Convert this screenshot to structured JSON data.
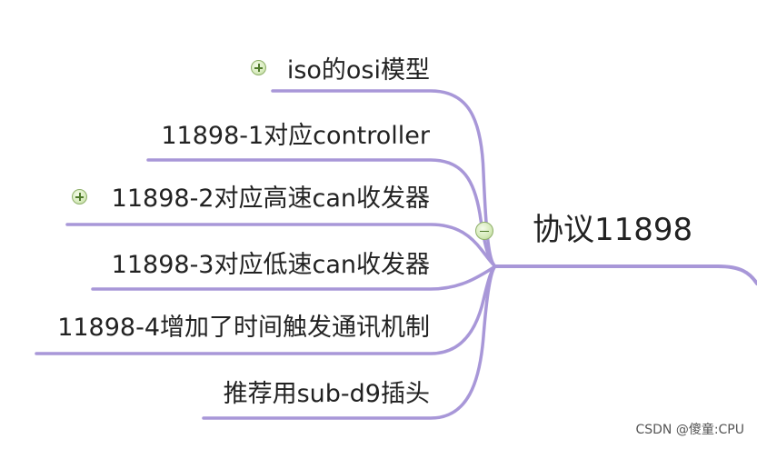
{
  "root": {
    "label": "协议11898"
  },
  "branches": [
    {
      "label": "iso的osi模型",
      "has_children": true
    },
    {
      "label": "11898-1对应controller",
      "has_children": false
    },
    {
      "label": "11898-2对应高速can收发器",
      "has_children": true
    },
    {
      "label": "11898-3对应低速can收发器",
      "has_children": false
    },
    {
      "label": "11898-4增加了时间触发通讯机制",
      "has_children": false
    },
    {
      "label": "推荐用sub-d9插头",
      "has_children": false
    }
  ],
  "colors": {
    "branch_line": "#a897d8",
    "text": "#222222",
    "icon_fill": "#d7ebbd",
    "icon_border": "#8fb06a"
  },
  "watermark": "CSDN @傻童:CPU"
}
